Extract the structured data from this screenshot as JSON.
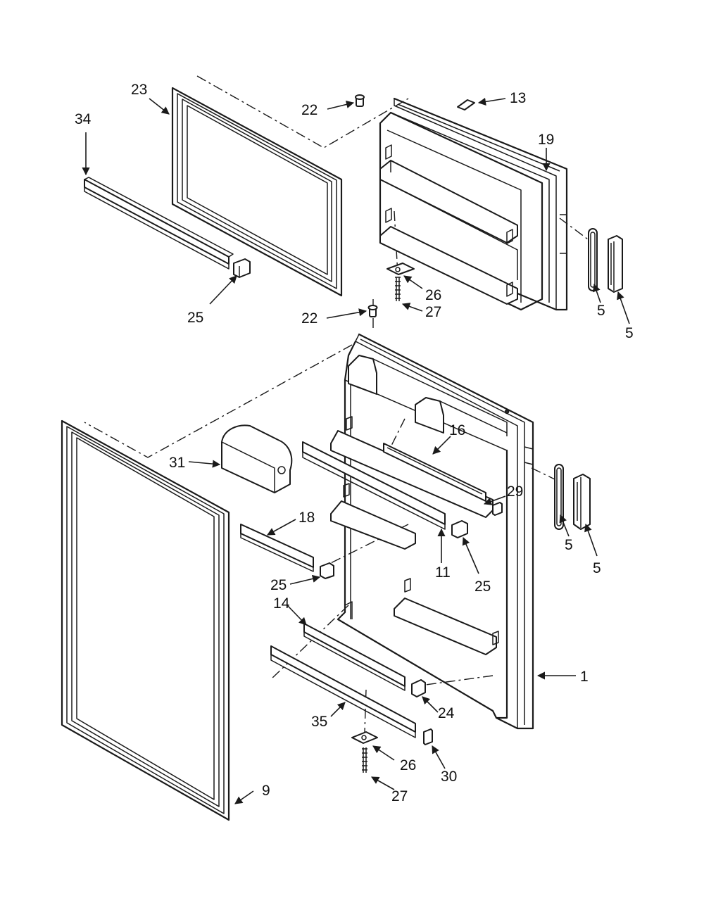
{
  "callouts": {
    "c23": "23",
    "c34": "34",
    "c25_top": "25",
    "c22_top": "22",
    "c13": "13",
    "c19": "19",
    "c26_top": "26",
    "c27_top": "27",
    "c22_mid": "22",
    "c5_a": "5",
    "c5_b": "5",
    "c16": "16",
    "c31": "31",
    "c29": "29",
    "c5_c": "5",
    "c5_d": "5",
    "c18": "18",
    "c11": "11",
    "c25_left": "25",
    "c25_right": "25",
    "c14": "14",
    "c1": "1",
    "c24": "24",
    "c35": "35",
    "c26_bot": "26",
    "c30": "30",
    "c27_bot": "27",
    "c9": "9"
  },
  "colors": {
    "line": "#1a1a1a",
    "background": "#ffffff"
  }
}
